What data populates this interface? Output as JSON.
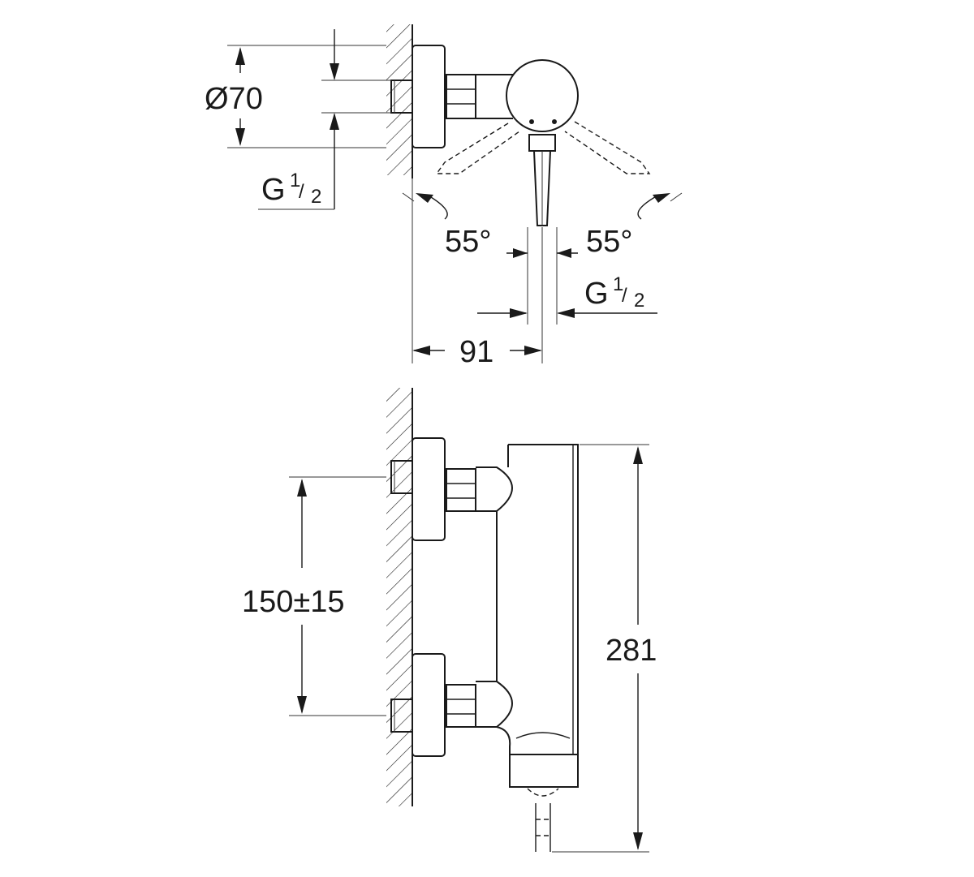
{
  "top_view": {
    "diameter_label": "Ø70",
    "thread_left_main": "G",
    "thread_left_num": "1",
    "thread_left_sep": "/",
    "thread_left_den": "2",
    "angle_left": "55°",
    "angle_right": "55°",
    "thread_right_main": "G",
    "thread_right_num": "1",
    "thread_right_sep": "/",
    "thread_right_den": "2",
    "depth_label": "91"
  },
  "front_view": {
    "center_distance_label": "150±15",
    "height_label": "281"
  },
  "colors": {
    "ink": "#1a1a1a",
    "background": "#ffffff"
  }
}
